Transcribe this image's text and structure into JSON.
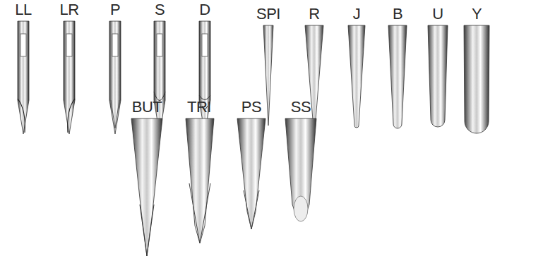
{
  "diagram": {
    "labels": [
      "LL",
      "LR",
      "P",
      "S",
      "D",
      "SPI",
      "R",
      "J",
      "B",
      "U",
      "Y",
      "BUT",
      "TRI",
      "PS",
      "SS"
    ]
  }
}
